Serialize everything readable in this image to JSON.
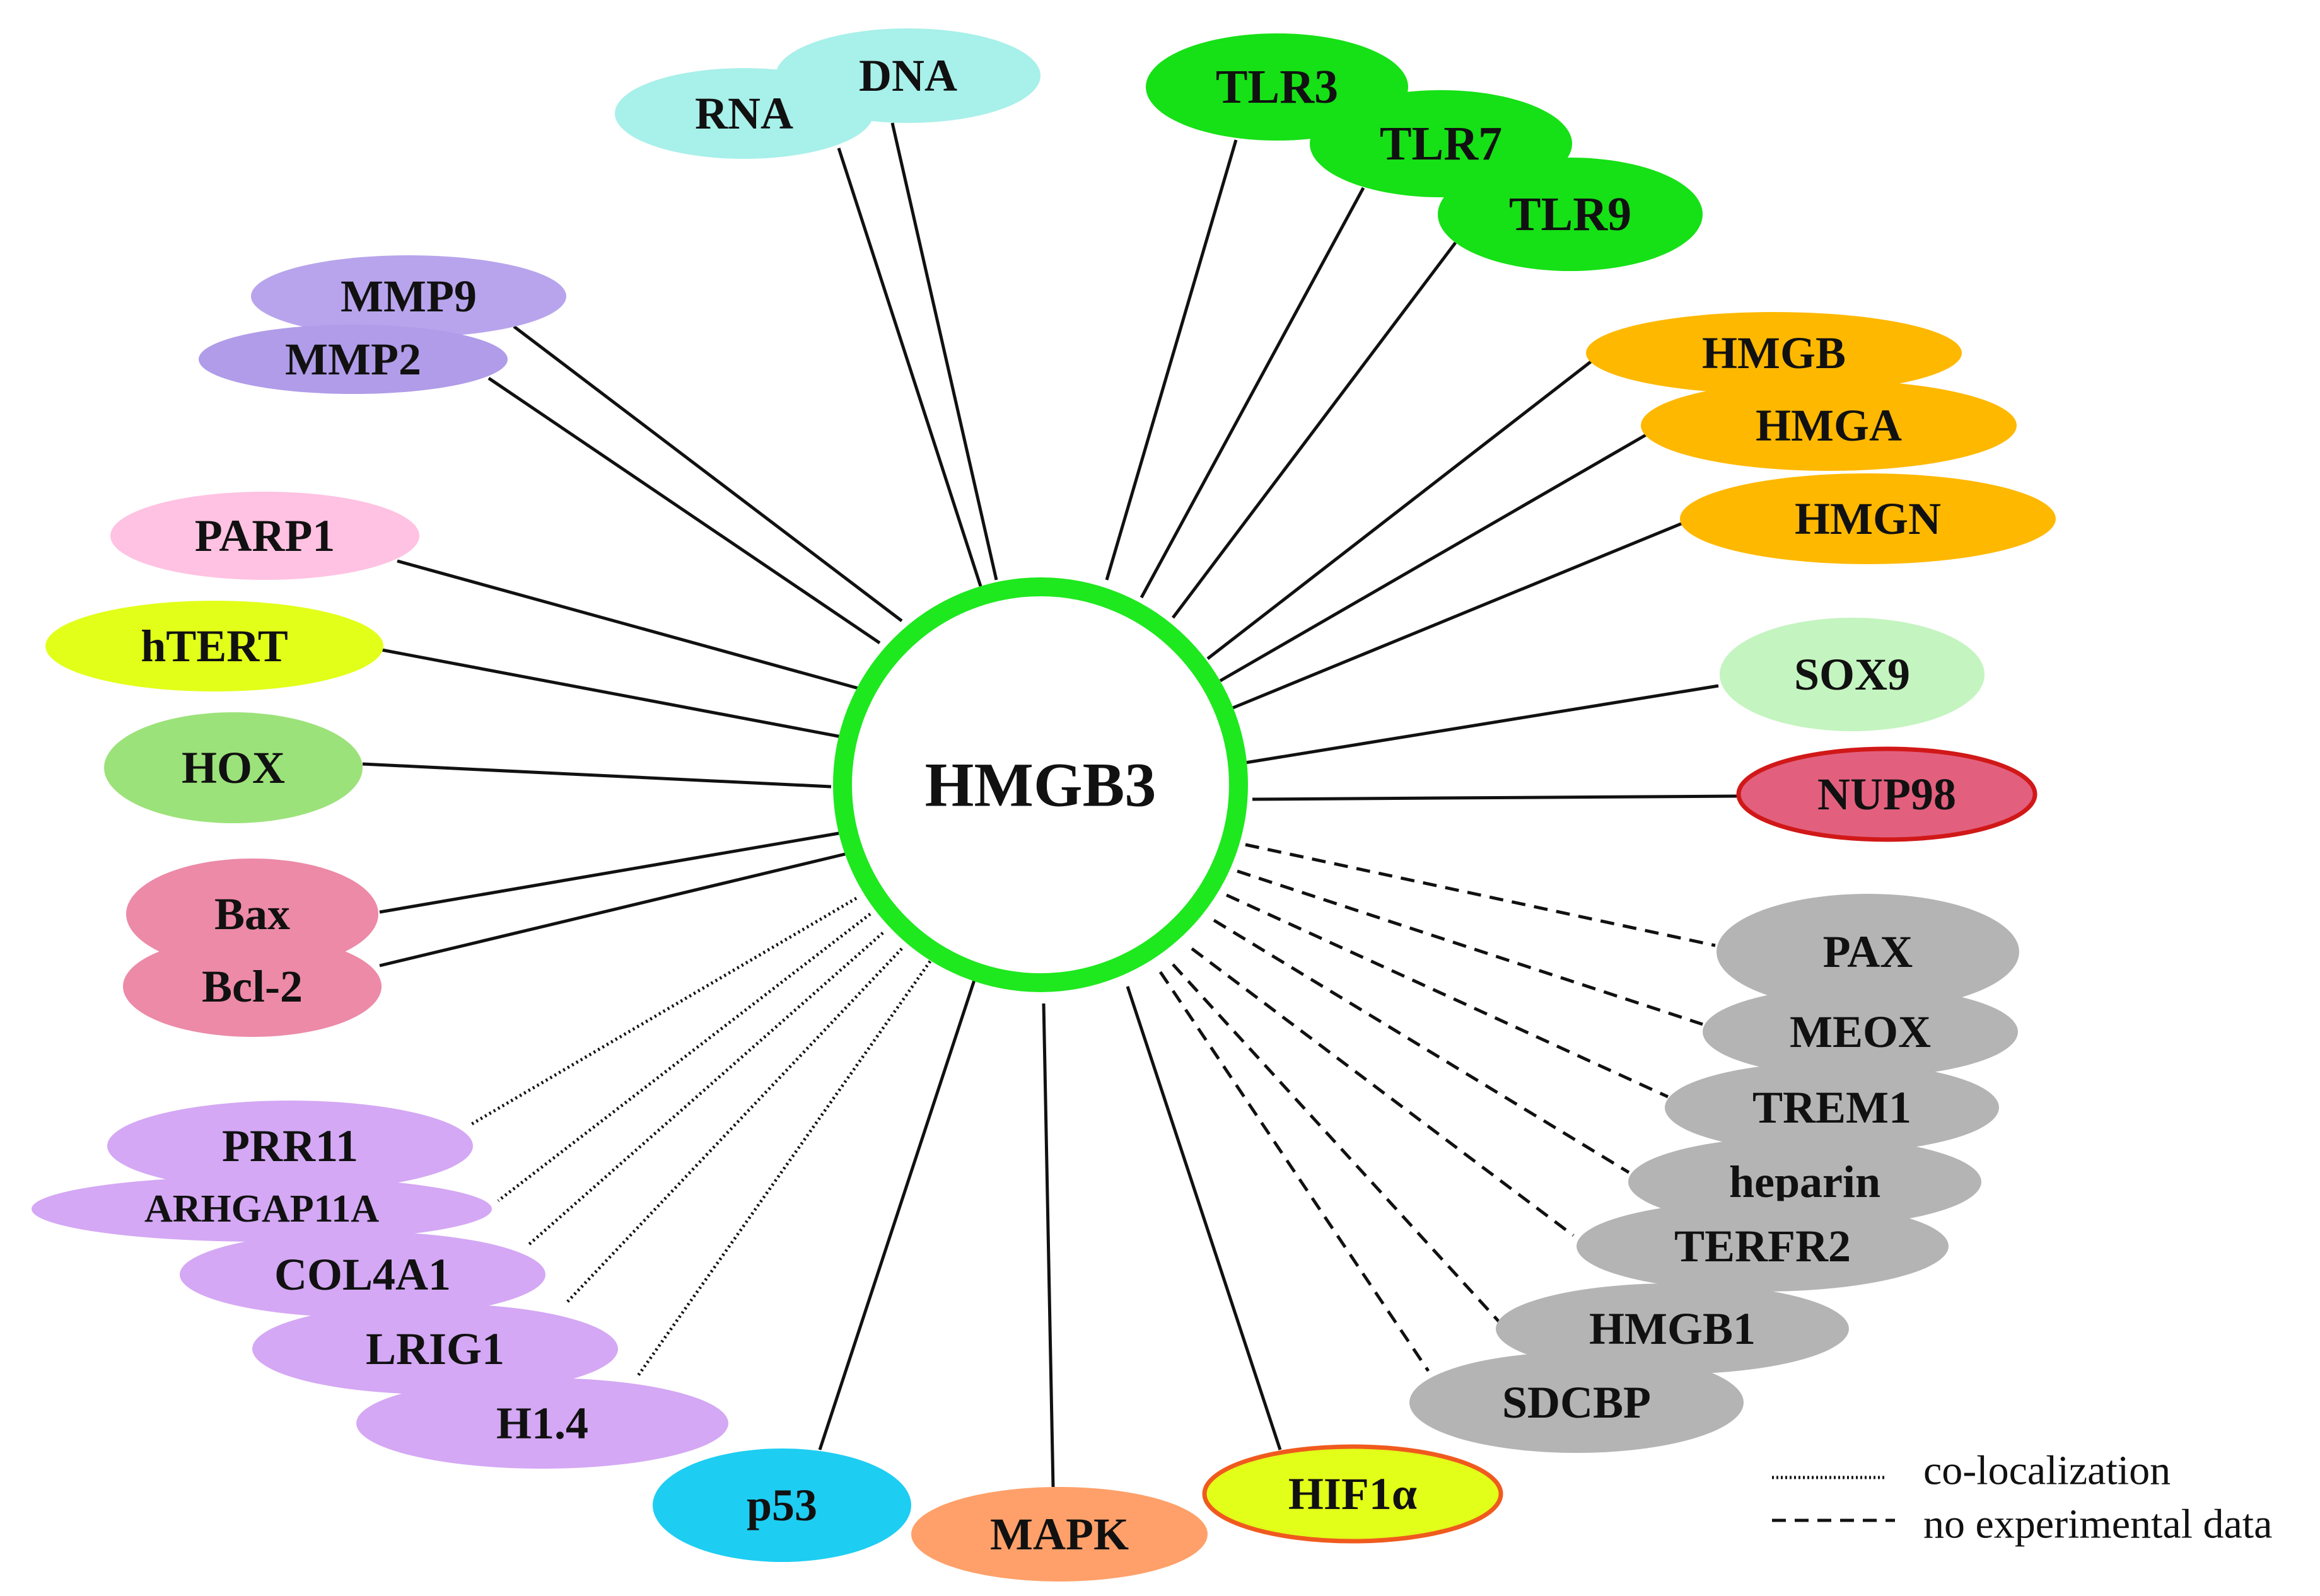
{
  "center": {
    "label": "HMGB3",
    "ring_color": "#1ee81e"
  },
  "edge_styles": {
    "solid": "solid",
    "dotted": "co-localization",
    "dashed": "no experimental data"
  },
  "nodes": [
    {
      "id": "rna",
      "label": "RNA",
      "color": "#a8f0ea",
      "edge": "solid"
    },
    {
      "id": "dna",
      "label": "DNA",
      "color": "#a8f0ea",
      "edge": "solid"
    },
    {
      "id": "tlr3",
      "label": "TLR3",
      "color": "#16e016",
      "edge": "solid"
    },
    {
      "id": "tlr7",
      "label": "TLR7",
      "color": "#16e016",
      "edge": "solid"
    },
    {
      "id": "tlr9",
      "label": "TLR9",
      "color": "#16e016",
      "edge": "solid"
    },
    {
      "id": "mmp9",
      "label": "MMP9",
      "color": "#b8a4ec",
      "edge": "solid"
    },
    {
      "id": "mmp2",
      "label": "MMP2",
      "color": "#b09ce8",
      "edge": "solid"
    },
    {
      "id": "hmgb",
      "label": "HMGB",
      "color": "#ffb800",
      "edge": "solid"
    },
    {
      "id": "hmga",
      "label": "HMGA",
      "color": "#ffb800",
      "edge": "solid"
    },
    {
      "id": "hmgn",
      "label": "HMGN",
      "color": "#ffb800",
      "edge": "solid"
    },
    {
      "id": "parp1",
      "label": "PARP1",
      "color": "#ffc2e2",
      "edge": "solid"
    },
    {
      "id": "htert",
      "label": "hTERT",
      "color": "#e2ff1a",
      "edge": "solid"
    },
    {
      "id": "sox9",
      "label": "SOX9",
      "color": "#c4f4c0",
      "edge": "solid"
    },
    {
      "id": "hox",
      "label": "HOX",
      "color": "#9ce27a",
      "edge": "solid"
    },
    {
      "id": "nup98",
      "label": "NUP98",
      "color": "#e2607e",
      "stroke": "#d11818",
      "edge": "solid"
    },
    {
      "id": "bax",
      "label": "Bax",
      "color": "#ec8aa8",
      "edge": "solid"
    },
    {
      "id": "bcl2",
      "label": "Bcl-2",
      "color": "#ec8aa8",
      "edge": "solid"
    },
    {
      "id": "pax",
      "label": "PAX",
      "color": "#b4b4b4",
      "edge": "dashed"
    },
    {
      "id": "meox",
      "label": "MEOX",
      "color": "#b4b4b4",
      "edge": "dashed"
    },
    {
      "id": "trem1",
      "label": "TREM1",
      "color": "#b4b4b4",
      "edge": "dashed"
    },
    {
      "id": "heparin",
      "label": "heparin",
      "color": "#b4b4b4",
      "edge": "dashed"
    },
    {
      "id": "terfr2",
      "label": "TERFR2",
      "color": "#b4b4b4",
      "edge": "dashed"
    },
    {
      "id": "hmgb1",
      "label": "HMGB1",
      "color": "#b4b4b4",
      "edge": "dashed"
    },
    {
      "id": "sdcbp",
      "label": "SDCBP",
      "color": "#b4b4b4",
      "edge": "dashed"
    },
    {
      "id": "prr11",
      "label": "PRR11",
      "color": "#d4a8f4",
      "edge": "dotted"
    },
    {
      "id": "arhgap11a",
      "label": "ARHGAP11A",
      "color": "#d4a8f4",
      "edge": "dotted"
    },
    {
      "id": "col4a1",
      "label": "COL4A1",
      "color": "#d4a8f4",
      "edge": "dotted"
    },
    {
      "id": "lrig1",
      "label": "LRIG1",
      "color": "#d4a8f4",
      "edge": "dotted"
    },
    {
      "id": "h14",
      "label": "H1.4",
      "color": "#d4a8f4",
      "edge": "dotted"
    },
    {
      "id": "p53",
      "label": "p53",
      "color": "#1ecdf2",
      "edge": "solid"
    },
    {
      "id": "mapk",
      "label": "MAPK",
      "color": "#ffa06a",
      "edge": "solid"
    },
    {
      "id": "hif1a",
      "label": "HIF1α",
      "color": "#e2ff1a",
      "stroke": "#f05a1e",
      "edge": "solid"
    }
  ],
  "legend": {
    "dotted_label": "co-localization",
    "dashed_label": "no experimental data"
  }
}
